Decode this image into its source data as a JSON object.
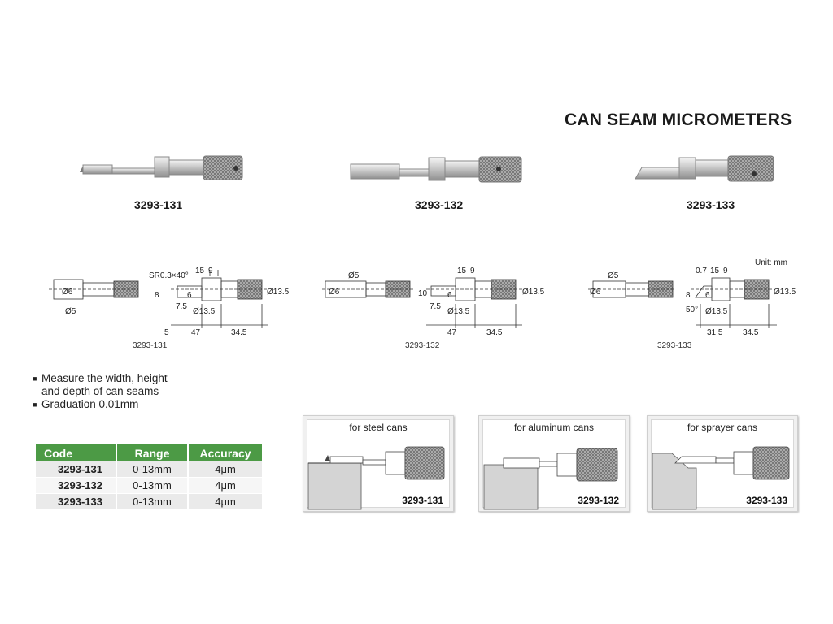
{
  "title": "CAN SEAM MICROMETERS",
  "products": [
    {
      "code": "3293-131"
    },
    {
      "code": "3293-132"
    },
    {
      "code": "3293-133"
    }
  ],
  "drawings": [
    {
      "code": "3293-131",
      "labels": {
        "sr": "SR0.3×40°",
        "top1": "15",
        "top2": "9",
        "d6": "Ø6",
        "d5": "Ø5",
        "h8": "8",
        "h75": "7.5",
        "d135a": "Ø13.5",
        "d135b": "Ø13.5",
        "six": "6",
        "b5": "5",
        "b47": "47",
        "b345": "34.5"
      }
    },
    {
      "code": "3293-132",
      "labels": {
        "top1": "15",
        "top2": "9",
        "d6": "Ø6",
        "d5": "Ø5",
        "h10": "10",
        "h75": "7.5",
        "d135a": "Ø13.5",
        "d135b": "Ø13.5",
        "six": "6",
        "b47": "47",
        "b345": "34.5"
      }
    },
    {
      "code": "3293-133",
      "labels": {
        "top0": "0.7",
        "top1": "15",
        "top2": "9",
        "d6": "Ø6",
        "d5": "Ø5",
        "h8": "8",
        "ang": "50°",
        "d135a": "Ø13.5",
        "d135b": "Ø13.5",
        "six": "6",
        "b315": "31.5",
        "b345": "34.5"
      }
    }
  ],
  "unit_label": "Unit: mm",
  "features": [
    "Measure the width, height\nand depth of can seams",
    "Graduation 0.01mm"
  ],
  "spec_table": {
    "headers": [
      "Code",
      "Range",
      "Accuracy"
    ],
    "rows": [
      [
        "3293-131",
        "0-13mm",
        "4μm"
      ],
      [
        "3293-132",
        "0-13mm",
        "4μm"
      ],
      [
        "3293-133",
        "0-13mm",
        "4μm"
      ]
    ],
    "header_color": "#4c9a45"
  },
  "applications": [
    {
      "caption": "for steel cans",
      "code": "3293-131"
    },
    {
      "caption": "for aluminum cans",
      "code": "3293-132"
    },
    {
      "caption": "for sprayer cans",
      "code": "3293-133"
    }
  ]
}
